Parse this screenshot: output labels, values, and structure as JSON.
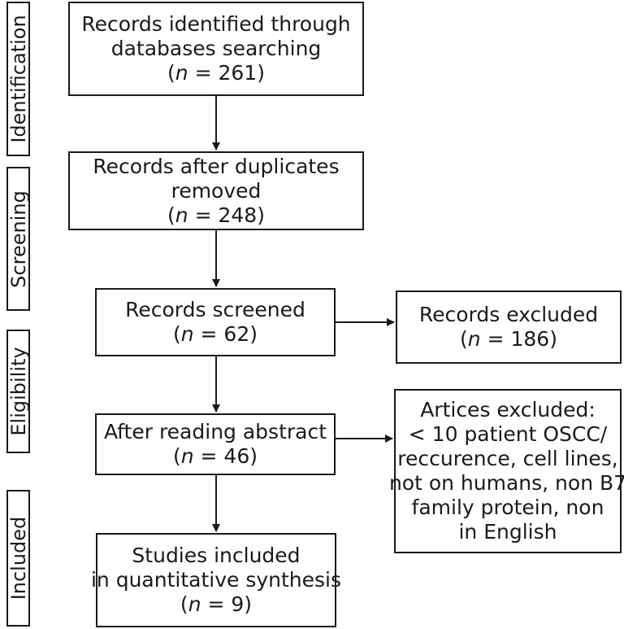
{
  "stages": {
    "identification": "Identification",
    "screening": "Screening",
    "eligibility": "Eligibility",
    "included": "Included"
  },
  "n_prefix": "n",
  "boxes": {
    "identified": {
      "lines": [
        "Records identified through",
        "databases searching"
      ],
      "n": " = 261"
    },
    "duplicates_removed": {
      "lines": [
        "Records after duplicates",
        "removed"
      ],
      "n": " = 248"
    },
    "screened": {
      "lines": [
        "Records screened"
      ],
      "n": " = 62"
    },
    "excluded": {
      "lines": [
        "Records excluded"
      ],
      "n": " = 186"
    },
    "after_abstract": {
      "lines": [
        "After reading abstract"
      ],
      "n": " = 46"
    },
    "articles_excluded": {
      "lines": [
        "Artices excluded:",
        "< 10 patient OSCC/",
        "reccurence, cell lines,",
        "not on humans, non B7",
        "family protein, non",
        "in English"
      ]
    },
    "included": {
      "lines": [
        "Studies included",
        "in quantitative synthesis"
      ],
      "n": " = 9"
    }
  }
}
